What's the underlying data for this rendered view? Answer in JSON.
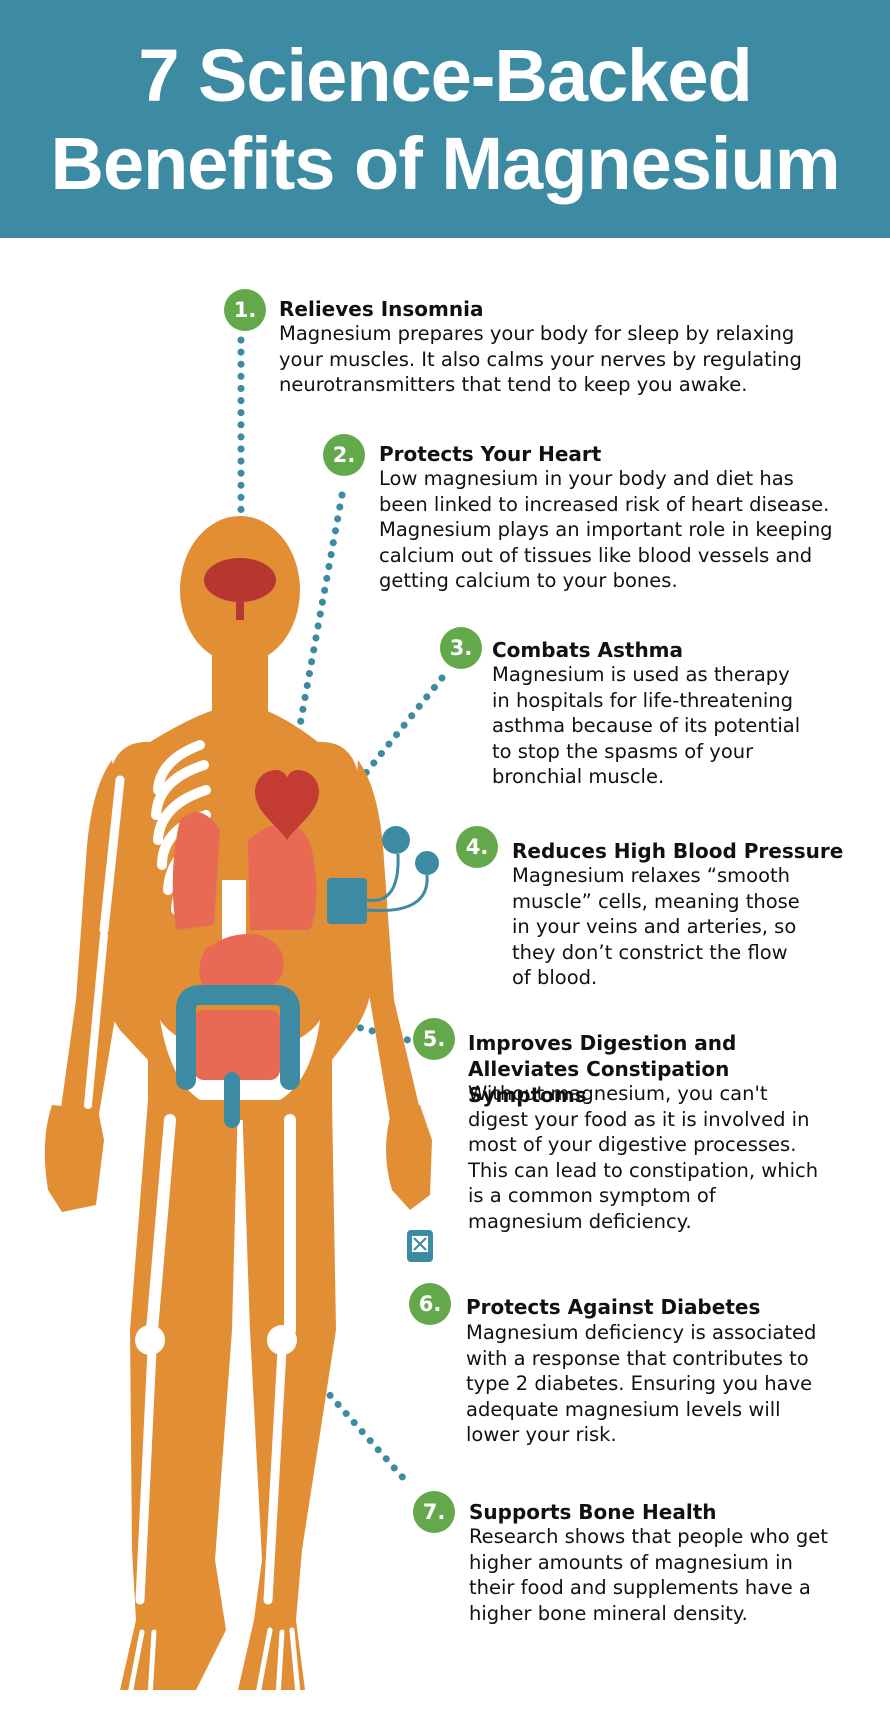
{
  "title_line1": "7 Science-Backed",
  "title_line2": "Benefits of Magnesium",
  "colors": {
    "banner": "#3d8aa3",
    "number_badge": "#63a84a",
    "body_silhouette": "#e18e35",
    "connector": "#3d8aa3",
    "organ": "#e86a55",
    "heart": "#c43b34",
    "bone": "#ffffff"
  },
  "benefits": [
    {
      "number": "1.",
      "title": "Relieves Insomnia",
      "text": "Magnesium prepares your body for sleep by relaxing your muscles. It also calms your nerves by regulating neurotransmitters that tend to keep you awake.",
      "icon": "brain-icon"
    },
    {
      "number": "2.",
      "title": "Protects Your Heart",
      "text": "Low magnesium in your body and diet has been linked to increased risk of heart disease. Magnesium plays an important role in keeping calcium out of tissues like blood vessels and getting calcium to your bones.",
      "icon": "heart-icon"
    },
    {
      "number": "3.",
      "title": "Combats Asthma",
      "text": "Magnesium is used as therapy in hospitals for life-threatening asthma because of its potential to stop the spasms of your bronchial muscle.",
      "icon": "lungs-icon"
    },
    {
      "number": "4.",
      "title": "Reduces High Blood Pressure",
      "text": "Magnesium relaxes “smooth muscle” cells, meaning those in your veins and arteries, so they don’t constrict the flow of blood.",
      "icon": "blood-pressure-cuff-icon"
    },
    {
      "number": "5.",
      "title": "Improves Digestion and Alleviates Constipation Symptoms",
      "text": "Without magnesium, you can't digest your food as it is involved in most of your digestive processes. This can lead to constipation, which is a common symptom of magnesium deficiency.",
      "icon": "digestive-system-icon"
    },
    {
      "number": "6.",
      "title": "Protects Against Diabetes",
      "text": "Magnesium deficiency is associated with a response that contributes to type 2 diabetes. Ensuring you have adequate magnesium levels will lower your risk.",
      "icon": "glucose-meter-icon"
    },
    {
      "number": "7.",
      "title": "Supports Bone Health",
      "text": "Research shows that people who get higher amounts of magnesium in their food and supplements have a higher bone mineral density.",
      "icon": "skeleton-icon"
    }
  ]
}
